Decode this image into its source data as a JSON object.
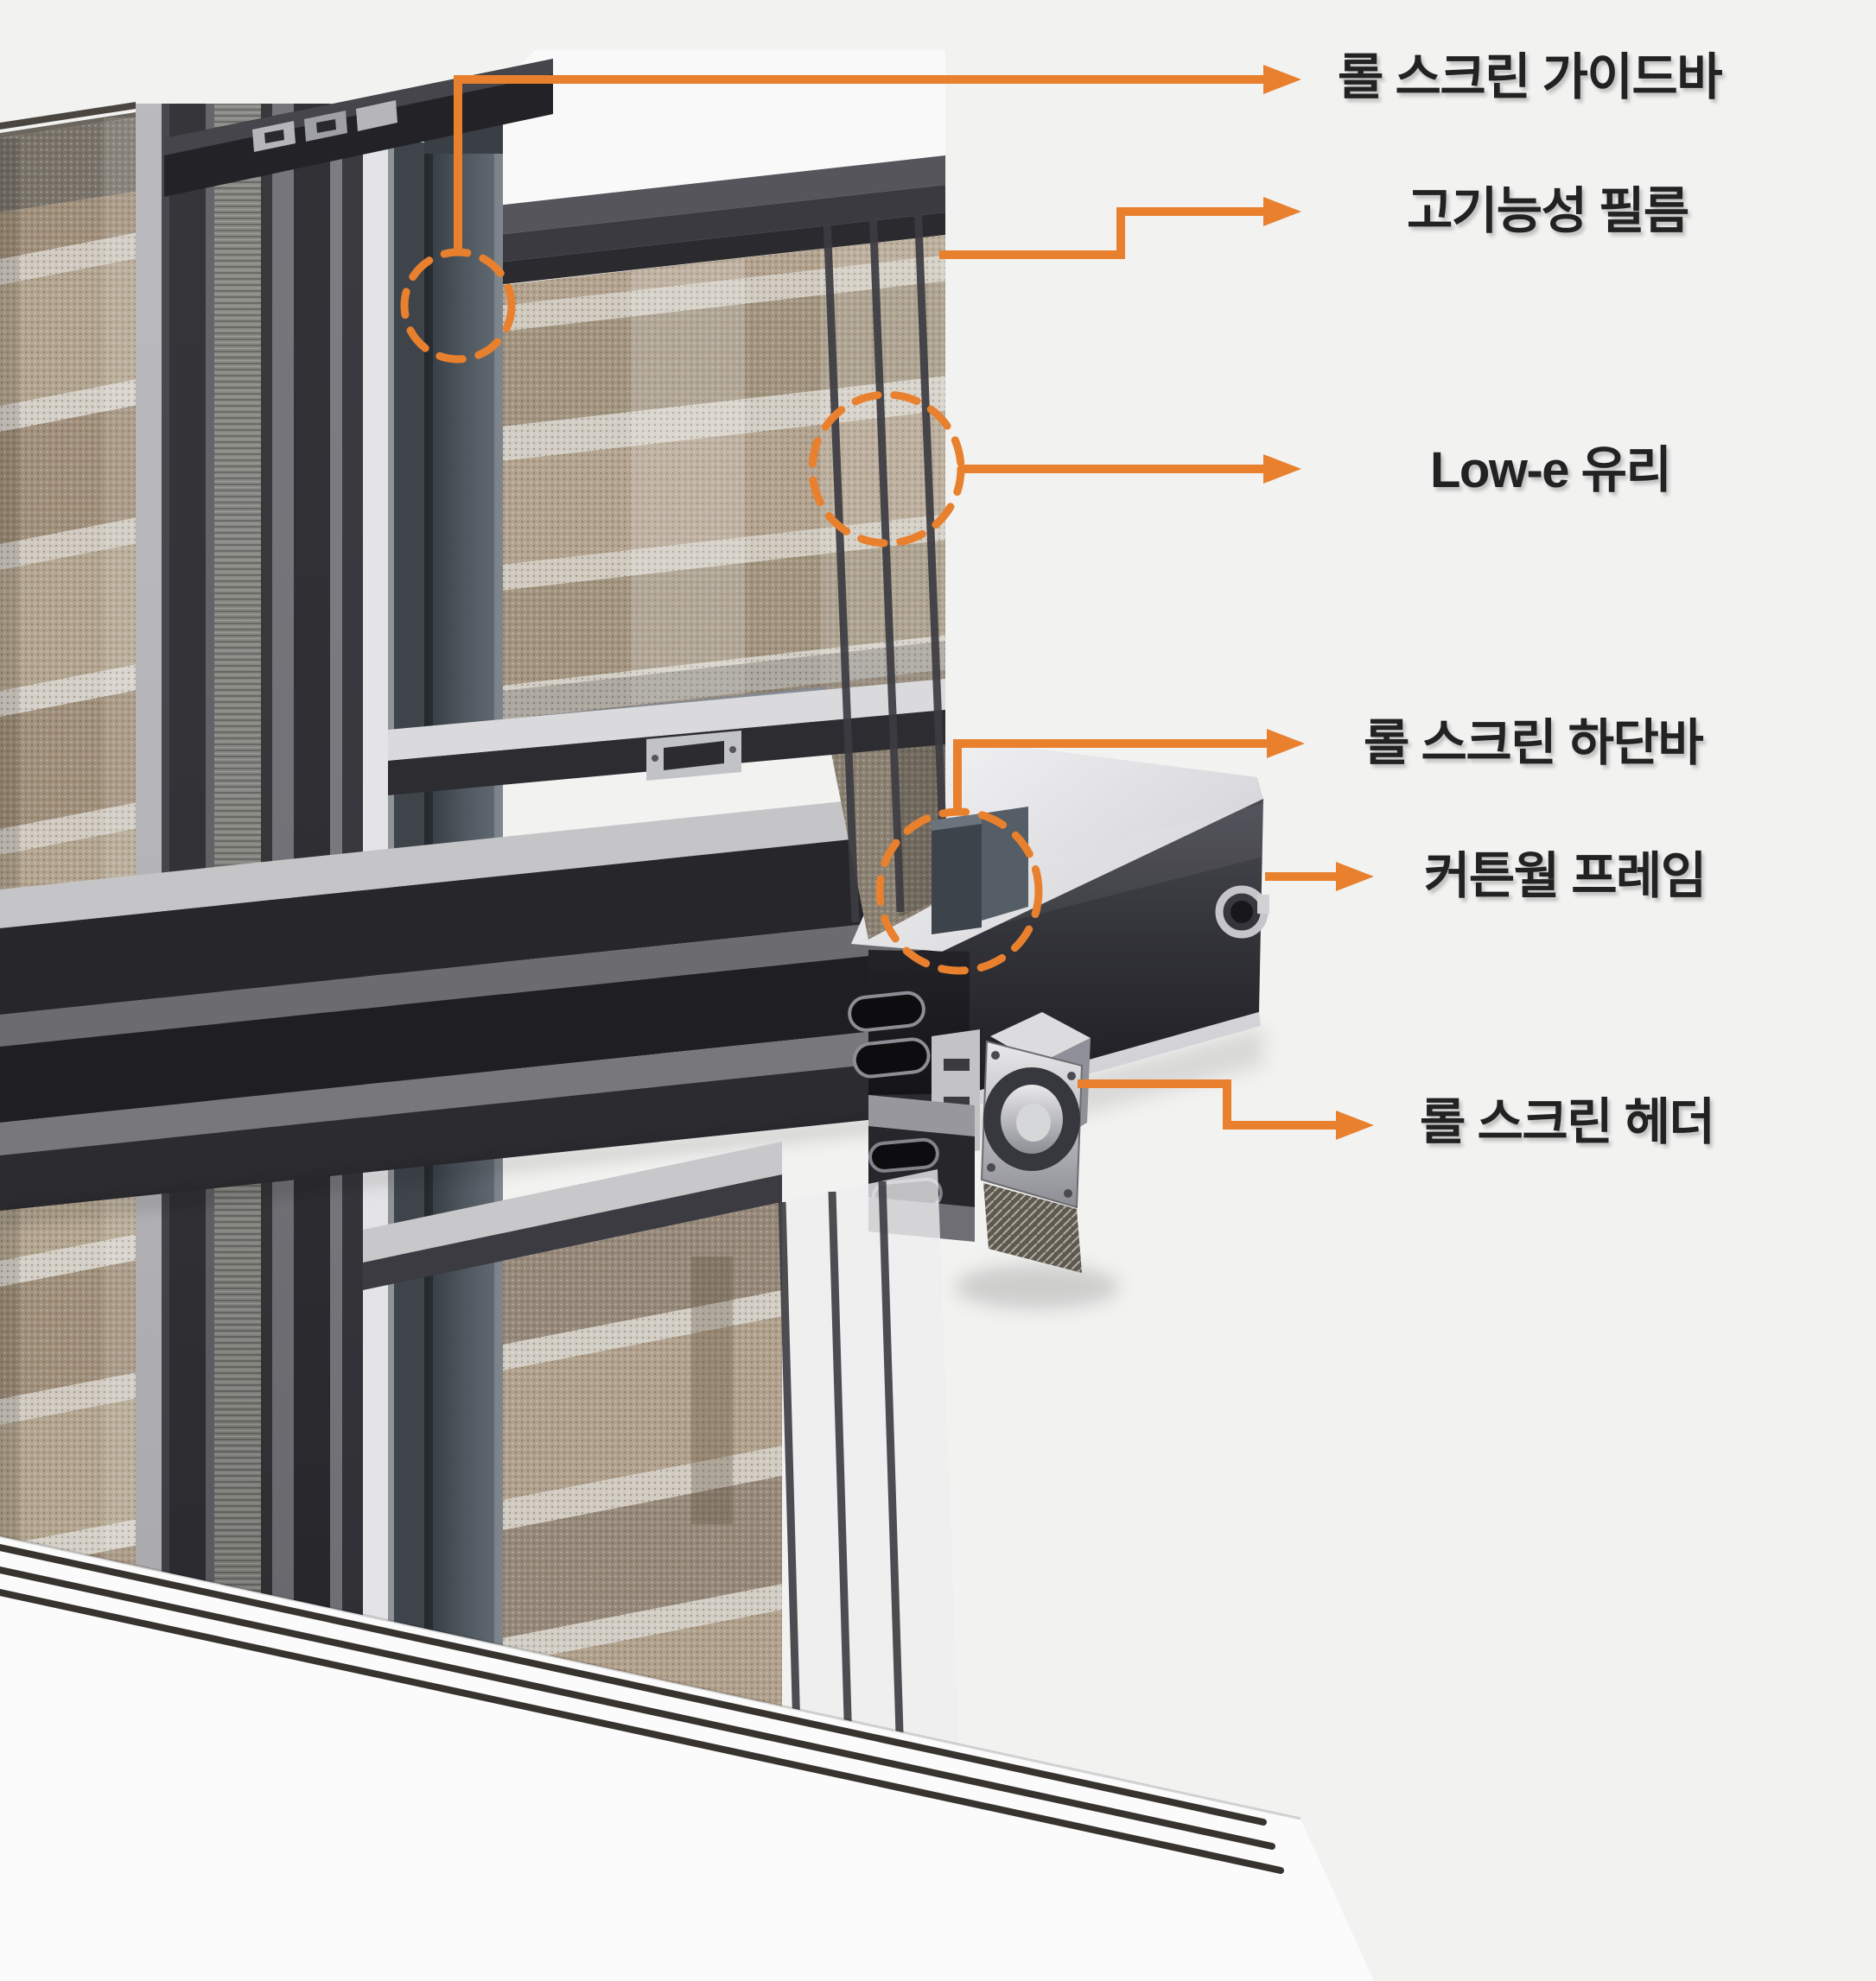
{
  "diagram": {
    "background_color": "#F2F2F1",
    "accent_color": "#E8802E",
    "text_color": "#222222",
    "labels": [
      {
        "id": "roll-screen-guide-bar",
        "text": "롤 스크린 가이드바"
      },
      {
        "id": "high-functional-film",
        "text": "고기능성 필름"
      },
      {
        "id": "low-e-glass",
        "text": "Low-e 유리"
      },
      {
        "id": "roll-screen-bottom-bar",
        "text": "롤 스크린 하단바"
      },
      {
        "id": "curtain-wall-frame",
        "text": "커튼월 프레임"
      },
      {
        "id": "roll-screen-header",
        "text": "롤 스크린 헤더"
      }
    ]
  }
}
